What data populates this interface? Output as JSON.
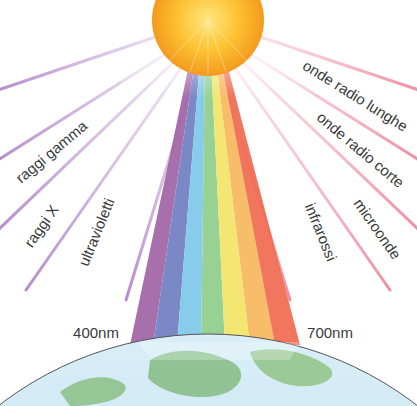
{
  "diagram": {
    "labels": [
      "raggi gamma",
      "raggi X",
      "ultravioletti",
      "infrarossi",
      "microonde",
      "onde radio corte",
      "onde radio lunghe",
      "400nm",
      "700nm"
    ]
  }
}
